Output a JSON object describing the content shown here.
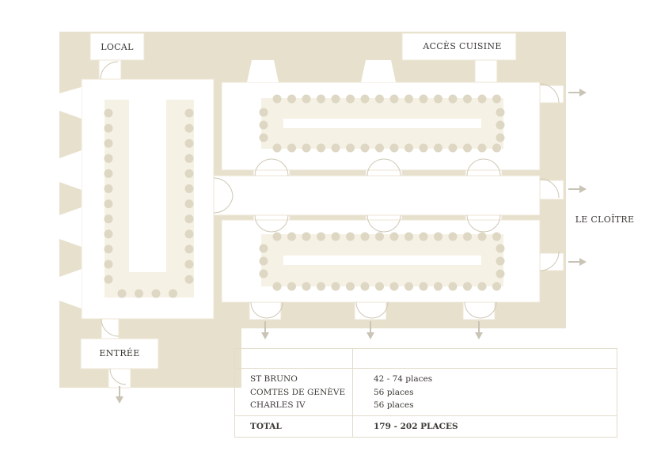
{
  "labels": {
    "local": "LOCAL",
    "acces_cuisine": "ACCÈS CUISINE",
    "le_cloitre": "LE CLOÎTRE",
    "entree": "ENTRÉE"
  },
  "capacity": {
    "rows": [
      {
        "room": "ST BRUNO",
        "places": "42 - 74 places"
      },
      {
        "room": "COMTES DE GENÈVE",
        "places": "56 places"
      },
      {
        "room": "CHARLES IV",
        "places": "56 places"
      }
    ],
    "total_label": "TOTAL",
    "total_value": "179 - 202 PLACES"
  },
  "colors": {
    "wall": "#e7e0cc",
    "seat": "#ded7c4",
    "table_area": "#f5f1e4",
    "arrow": "#c9c4b6",
    "line": "#e2dccb"
  }
}
